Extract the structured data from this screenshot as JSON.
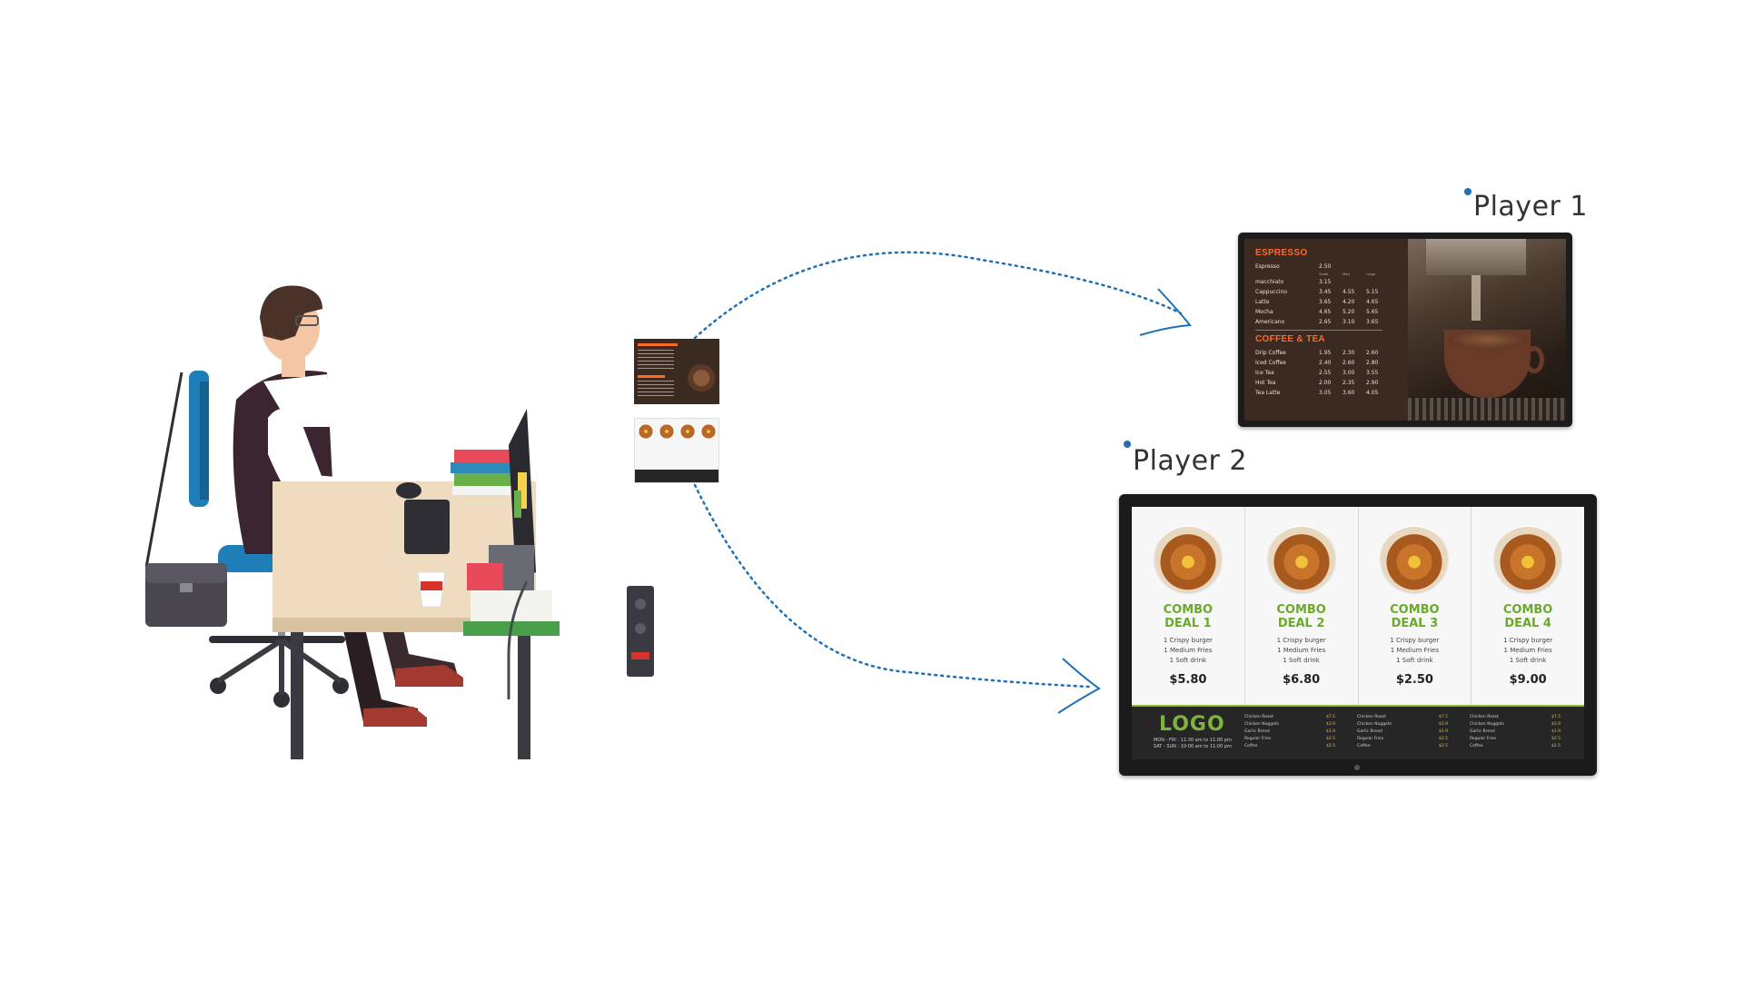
{
  "player1": {
    "label": "Player 1",
    "menu": {
      "section1": {
        "title": "ESPRESSO",
        "header": [
          "Small",
          "Med",
          "Large"
        ],
        "rows": [
          {
            "name": "Espresso",
            "prices": [
              "2.50"
            ]
          },
          {
            "name": "macchiato",
            "prices": [
              "3.15"
            ]
          },
          {
            "name": "Cappuccino",
            "prices": [
              "3.45",
              "4.55",
              "5.15"
            ]
          },
          {
            "name": "Latte",
            "prices": [
              "3.65",
              "4.20",
              "4.65"
            ]
          },
          {
            "name": "Mocha",
            "prices": [
              "4.65",
              "5.20",
              "5.65"
            ]
          },
          {
            "name": "Americano",
            "prices": [
              "2.65",
              "3.10",
              "3.65"
            ]
          }
        ]
      },
      "section2": {
        "title": "COFFEE & TEA",
        "rows": [
          {
            "name": "Drip Coffee",
            "prices": [
              "1.95",
              "2.30",
              "2.60"
            ]
          },
          {
            "name": "Iced Coffee",
            "prices": [
              "2.40",
              "2.60",
              "2.80"
            ]
          },
          {
            "name": "Ice Tea",
            "prices": [
              "2.55",
              "3.00",
              "3.55"
            ]
          },
          {
            "name": "Hot Tea",
            "prices": [
              "2.00",
              "2.35",
              "2.90"
            ]
          },
          {
            "name": "Tea Latte",
            "prices": [
              "3.05",
              "3.60",
              "4.05"
            ]
          }
        ]
      }
    }
  },
  "player2": {
    "label": "Player 2",
    "deals": [
      {
        "title1": "COMBO",
        "title2": "DEAL 1",
        "items": [
          "1 Crispy burger",
          "1 Medium Fries",
          "1 Soft drink"
        ],
        "price": "$5.80"
      },
      {
        "title1": "COMBO",
        "title2": "DEAL 2",
        "items": [
          "1 Crispy burger",
          "1 Medium Fries",
          "1 Soft drink"
        ],
        "price": "$6.80"
      },
      {
        "title1": "COMBO",
        "title2": "DEAL 3",
        "items": [
          "1 Crispy burger",
          "1 Medium Fries",
          "1 Soft drink"
        ],
        "price": "$2.50"
      },
      {
        "title1": "COMBO",
        "title2": "DEAL 4",
        "items": [
          "1 Crispy burger",
          "1 Medium Fries",
          "1 Soft drink"
        ],
        "price": "$9.00"
      }
    ],
    "footer": {
      "logo": "LOGO",
      "hours": [
        "MON - FRI : 11:30 am to 11:00 pm",
        "SAT - SUN : 10:00 am to 11:00 pm"
      ],
      "lists": [
        {
          "items": [
            "Chicken Roast",
            "Chicken Nuggets",
            "Garlic Bread",
            "Regular Fries",
            "Coffee"
          ],
          "prices": [
            "$7.5",
            "$3.9",
            "$1.9",
            "$2.5",
            "$2.5"
          ]
        },
        {
          "items": [
            "Chicken Roast",
            "Chicken Nuggets",
            "Garlic Bread",
            "Regular Fries",
            "Coffee"
          ],
          "prices": [
            "$7.5",
            "$3.9",
            "$1.9",
            "$2.5",
            "$2.5"
          ]
        },
        {
          "items": [
            "Chicken Roast",
            "Chicken Nuggets",
            "Garlic Bread",
            "Regular Fries",
            "Coffee"
          ],
          "prices": [
            "$7.5",
            "$3.9",
            "$1.9",
            "$2.5",
            "$2.5"
          ]
        }
      ]
    }
  },
  "colors": {
    "accent_blue": "#1f6fb5",
    "menu_orange": "#ff6a2a",
    "combo_green": "#6aaa2a",
    "coffee_brown": "#3a2a20"
  }
}
